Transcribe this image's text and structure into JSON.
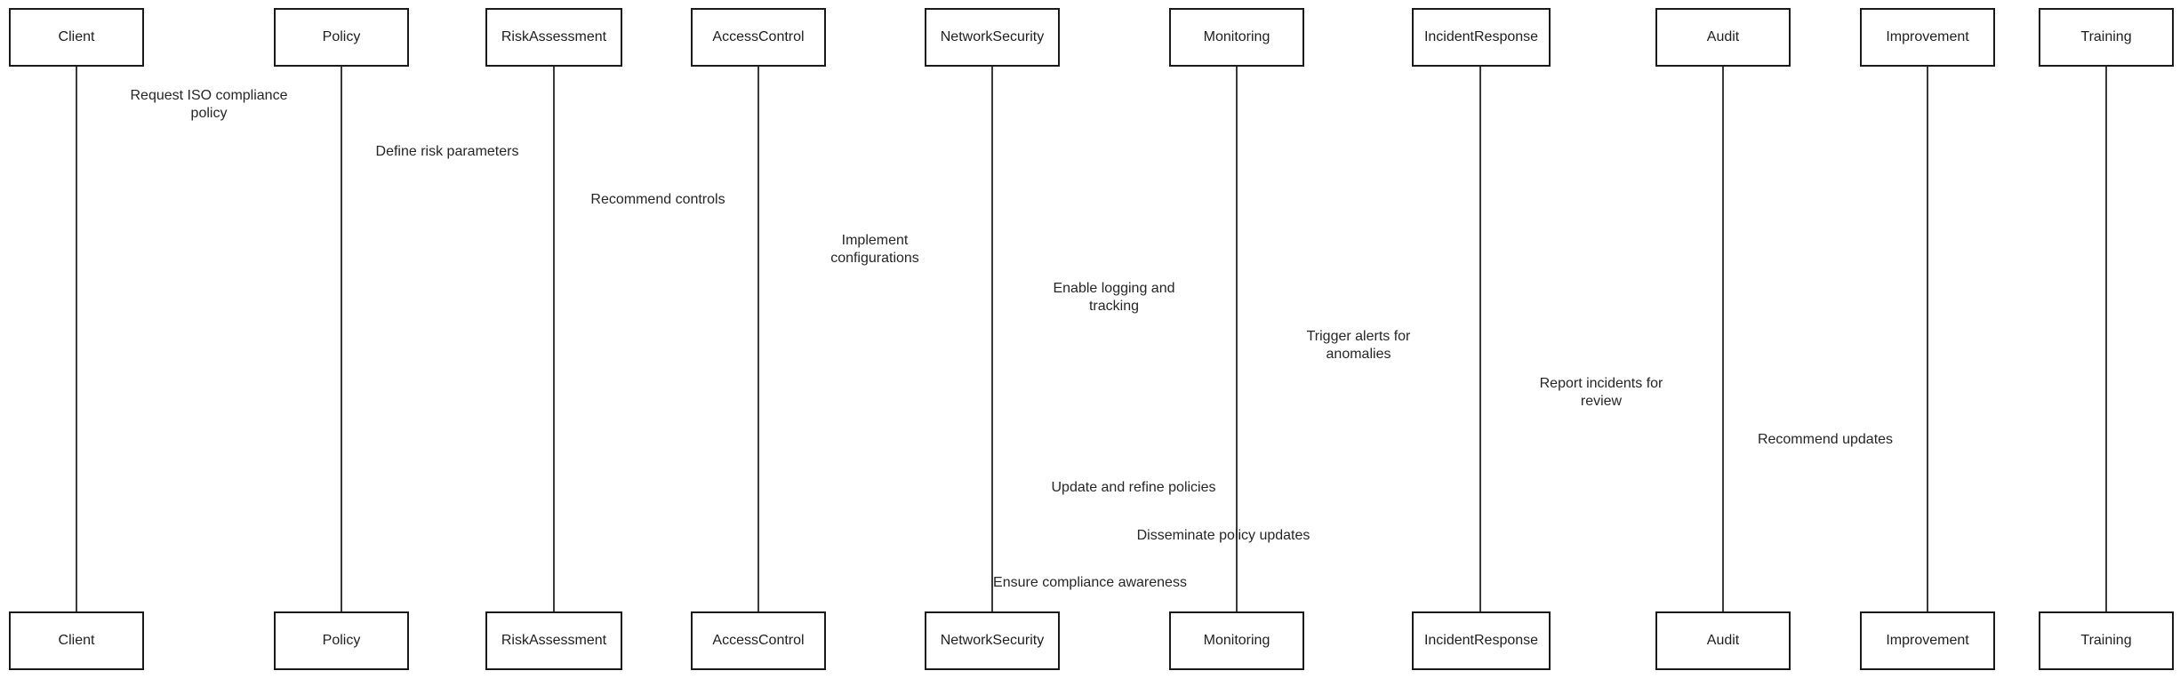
{
  "diagram": {
    "type": "sequence-diagram",
    "background_color": "#ffffff",
    "box_fill_color": "#ffffff",
    "box_border_color": "#1a1a1a",
    "lifeline_color": "#3a3a3a",
    "text_color": "#262626"
  },
  "actors": [
    {
      "name": "Client"
    },
    {
      "name": "Policy"
    },
    {
      "name": "RiskAssessment"
    },
    {
      "name": "AccessControl"
    },
    {
      "name": "NetworkSecurity"
    },
    {
      "name": "Monitoring"
    },
    {
      "name": "IncidentResponse"
    },
    {
      "name": "Audit"
    },
    {
      "name": "Improvement"
    },
    {
      "name": "Training"
    }
  ],
  "messages": [
    {
      "from": "Client",
      "to": "Policy",
      "label": "Request ISO compliance policy"
    },
    {
      "from": "Policy",
      "to": "RiskAssessment",
      "label": "Define risk parameters"
    },
    {
      "from": "RiskAssessment",
      "to": "AccessControl",
      "label": "Recommend controls"
    },
    {
      "from": "AccessControl",
      "to": "NetworkSecurity",
      "label": "Implement configurations"
    },
    {
      "from": "NetworkSecurity",
      "to": "Monitoring",
      "label": "Enable logging and tracking"
    },
    {
      "from": "Monitoring",
      "to": "IncidentResponse",
      "label": "Trigger alerts for anomalies"
    },
    {
      "from": "IncidentResponse",
      "to": "Audit",
      "label": "Report incidents for review"
    },
    {
      "from": "Audit",
      "to": "Improvement",
      "label": "Recommend updates"
    },
    {
      "from": "Improvement",
      "to": "Policy",
      "label": "Update and refine policies"
    },
    {
      "from": "Policy",
      "to": "Training",
      "label": "Disseminate policy updates"
    },
    {
      "from": "Training",
      "to": "Client",
      "label": "Ensure compliance awareness"
    }
  ]
}
